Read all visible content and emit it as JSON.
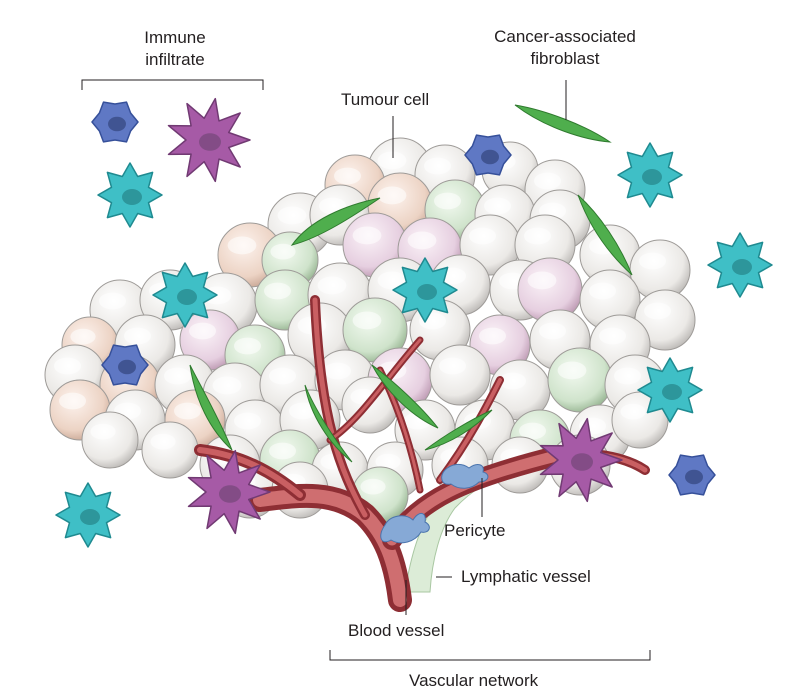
{
  "labels": {
    "immune_line1": "Immune",
    "immune_line2": "infiltrate",
    "caf_line1": "Cancer-associated",
    "caf_line2": "fibroblast",
    "tumour_cell": "Tumour cell",
    "pericyte": "Pericyte",
    "lymphatic_vessel": "Lymphatic vessel",
    "blood_vessel": "Blood vessel",
    "vascular_network": "Vascular network"
  },
  "colors": {
    "tumour_white": "#e9e7e4",
    "tumour_peach": "#ecd3c4",
    "tumour_green": "#cfe3cb",
    "tumour_pink": "#e6cfe0",
    "blood_vessel": "#b84a4e",
    "lymphatic_vessel": "#d8ead3",
    "pericyte": "#86a9d6",
    "fibroblast": "#4fae4d",
    "immune_cyan": "#3fbfc6",
    "immune_blue": "#5f78c4",
    "immune_purple": "#a65aa6"
  }
}
